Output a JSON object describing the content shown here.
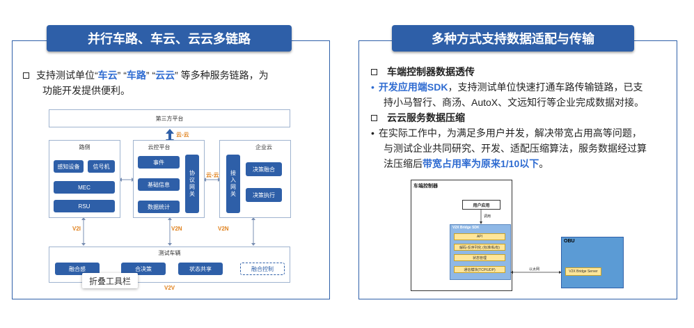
{
  "left": {
    "header": "并行车路、车云、云云多链路",
    "bullet_pre": "支持测试单位“",
    "bullet_h1": "车云",
    "bullet_m1": "” “",
    "bullet_h2": "车路",
    "bullet_m2": "” “",
    "bullet_h3": "云云",
    "bullet_post": "” 等多种服务链路，为",
    "bullet_line2": "功能开发提供便利。",
    "diagram": {
      "third_party": "第三方平台",
      "cloud_cloud_top": "云-云",
      "roadside": {
        "title": "路侧",
        "sensor": "感知设备",
        "signal": "信号机",
        "mec": "MEC",
        "rsu": "RSU"
      },
      "cloud_platform": {
        "title": "云控平台",
        "event": "事件",
        "basic": "基础信息",
        "stats": "数据统计",
        "gateway": "协议网关"
      },
      "cloud_cloud_mid": "云-云",
      "enterprise": {
        "title": "企业云",
        "access": "接入网关",
        "fusion": "决策融合",
        "exec": "决策执行"
      },
      "v2i": "V2I",
      "v2n_1": "V2N",
      "v2n_2": "V2N",
      "vehicle": {
        "title": "测试车辆",
        "fusion": "融合感",
        "decision": "合决策",
        "share": "状态共享",
        "control": "融合控制"
      },
      "v2v": "V2V",
      "collapse": "折叠工具栏"
    }
  },
  "right": {
    "header": "多种方式支持数据适配与传输",
    "sec1_title": "车端控制器数据透传",
    "sec1_hl": "开发应用端SDK",
    "sec1_rest": "，支持测试单位快速打通车路传输链路，已支",
    "sec1_line2": "持小马智行、商汤、AutoX、文远知行等企业完成数据对接。",
    "sec2_title": "云云服务数据压缩",
    "sec2_line1": "在实际工作中，为满足多用户并发，解决带宽占用高等问题，",
    "sec2_line2": "与测试企业共同研究、开发、适配压缩算法，服务数据经过算",
    "sec2_line3_pre": "法压缩后",
    "sec2_line3_hl": "带宽占用率为原来1/10以下",
    "sec2_line3_post": "。",
    "diagram2": {
      "controller": "车端控制器",
      "user_app": "用户应用",
      "call": "调用",
      "sdk": "V2X Bridge SDK",
      "api": "API",
      "codec": "解码-反序列化 (标准/私有)",
      "state": "状态管理",
      "comm": "通信模块(TCP/UDP)",
      "ethernet": "以太网",
      "obu": "OBU",
      "server": "V2X Bridge Server"
    }
  }
}
